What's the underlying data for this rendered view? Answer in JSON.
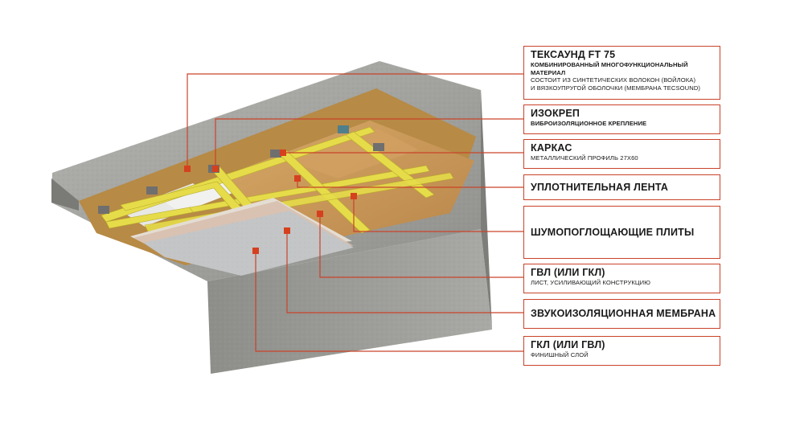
{
  "colors": {
    "accent": "#c9432a",
    "concrete": "#9e9e9a",
    "wood": "#c89a4c",
    "profile": "#e6dc4a",
    "membrane": "#d7bfae",
    "gkl": "#bdbebf"
  },
  "labels": [
    {
      "title": "ТЕКСАУНД FT 75",
      "lines_bold": [
        "КОМБИНИРОВАННЫЙ МНОГОФУНКЦИОНАЛЬНЫЙ",
        "МАТЕРИАЛ"
      ],
      "lines": [
        "СОСТОИТ ИЗ СИНТЕТИЧЕСКИХ ВОЛОКОН (ВОЙЛОКА)",
        "И ВЯЗКОУПРУГОЙ ОБОЛОЧКИ (МЕМБРАНА TECSOUND)"
      ]
    },
    {
      "title": "ИЗОКРЕП",
      "lines_bold": [
        "ВИБРОИЗОЛЯЦИОННОЕ КРЕПЛЕНИЕ"
      ],
      "lines": []
    },
    {
      "title": "КАРКАС",
      "lines_bold": [],
      "lines": [
        "МЕТАЛЛИЧЕСКИЙ ПРОФИЛЬ 27Х60"
      ]
    },
    {
      "title": "УПЛОТНИТЕЛЬНАЯ ЛЕНТА",
      "lines_bold": [],
      "lines": []
    },
    {
      "title": "ШУМОПОГЛОЩАЮЩИЕ ПЛИТЫ",
      "lines_bold": [],
      "lines": []
    },
    {
      "title": "ГВЛ (ИЛИ ГКЛ)",
      "lines_bold": [],
      "lines": [
        "ЛИСТ, УСИЛИВАЮЩИЙ КОНСТРУКЦИЮ"
      ]
    },
    {
      "title": "ЗВУКОИЗОЛЯЦИОННАЯ МЕМБРАНА",
      "lines_bold": [],
      "lines": []
    },
    {
      "title": "ГКЛ (ИЛИ ГВЛ)",
      "lines_bold": [],
      "lines": [
        "ФИНИШНЫЙ СЛОЙ"
      ]
    }
  ]
}
